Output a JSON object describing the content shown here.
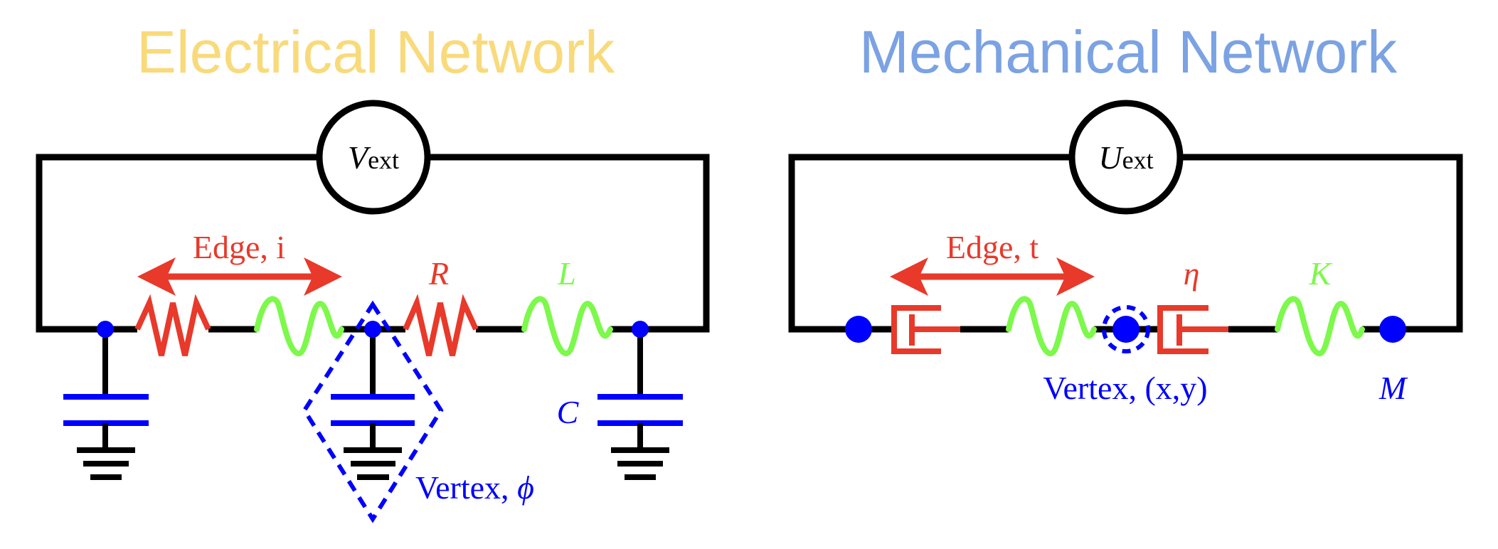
{
  "colors": {
    "electrical_title": "#F9DA7B",
    "mechanical_title": "#7BA2E3",
    "red": "#E8392A",
    "green": "#7CF94B",
    "blue": "#0000FF",
    "wire": "#000000"
  },
  "electrical": {
    "title": "Electrical Network",
    "source": {
      "symbol": "V",
      "subscript": "ext"
    },
    "edge_label": "Edge, i",
    "resistor_label": "R",
    "inductor_label": "L",
    "capacitor_label": "C",
    "vertex_label": {
      "text": "Vertex, ",
      "symbol": "ϕ"
    },
    "components": [
      "node",
      "resistor",
      "inductor",
      "node",
      "resistor",
      "inductor",
      "node"
    ],
    "grounded_capacitors": 3
  },
  "mechanical": {
    "title": "Mechanical Network",
    "source": {
      "symbol": "U",
      "subscript": "ext"
    },
    "edge_label": "Edge, t",
    "dashpot_label": "η",
    "spring_label": "K",
    "mass_label": "M",
    "vertex_label": "Vertex, (x,y)",
    "components": [
      "node",
      "dashpot",
      "spring",
      "node",
      "dashpot",
      "spring",
      "node"
    ]
  }
}
